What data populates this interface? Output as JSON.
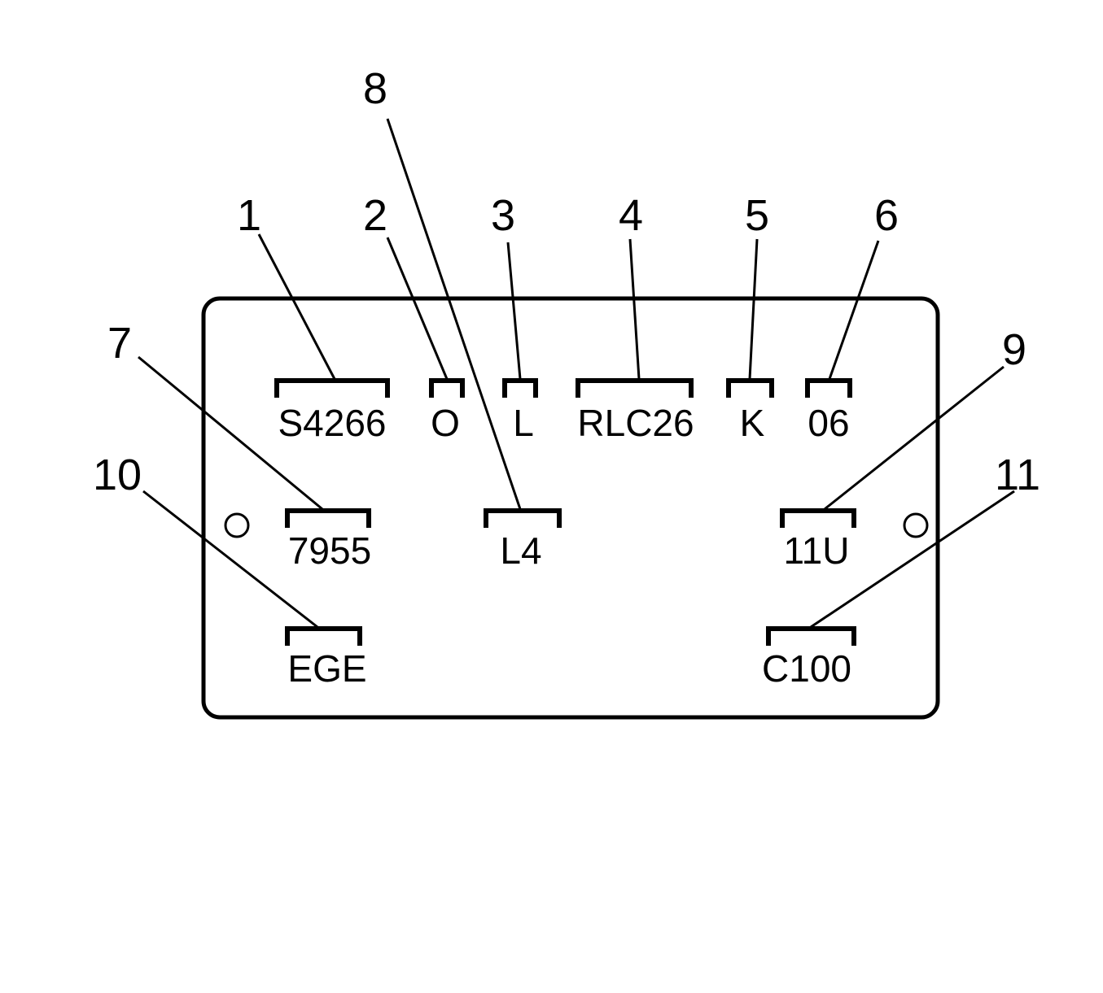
{
  "colors": {
    "ink": "#000000",
    "background": "#ffffff"
  },
  "fields": [
    {
      "label": "S4266"
    },
    {
      "label": "O"
    },
    {
      "label": "L"
    },
    {
      "label": "RLC26"
    },
    {
      "label": "K"
    },
    {
      "label": "06"
    },
    {
      "label": "7955"
    },
    {
      "label": "L4"
    },
    {
      "label": "11U"
    },
    {
      "label": "EGE"
    },
    {
      "label": "C100"
    }
  ],
  "callouts": [
    {
      "number": "1"
    },
    {
      "number": "2"
    },
    {
      "number": "3"
    },
    {
      "number": "4"
    },
    {
      "number": "5"
    },
    {
      "number": "6"
    },
    {
      "number": "7"
    },
    {
      "number": "8"
    },
    {
      "number": "9"
    },
    {
      "number": "10"
    },
    {
      "number": "11"
    }
  ]
}
